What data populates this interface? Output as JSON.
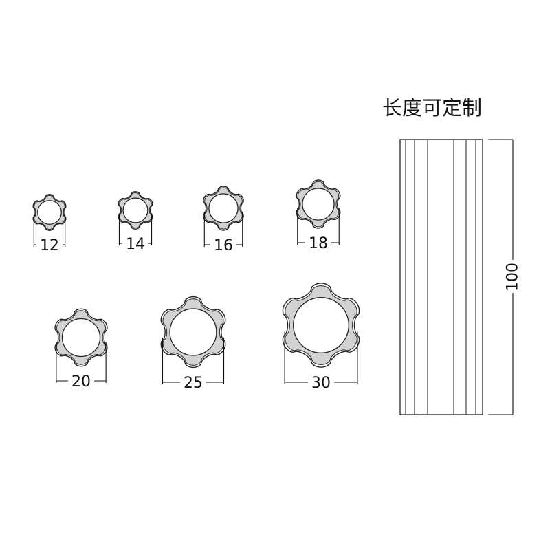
{
  "title": "长度可定制",
  "knobs": [
    {
      "size": "12"
    },
    {
      "size": "14"
    },
    {
      "size": "16"
    },
    {
      "size": "18"
    },
    {
      "size": "20"
    },
    {
      "size": "25"
    },
    {
      "size": "30"
    }
  ],
  "tube": {
    "length_label": "100"
  },
  "colors": {
    "line": "#222222",
    "fill": "#d2d2d2",
    "background": "#ffffff"
  }
}
